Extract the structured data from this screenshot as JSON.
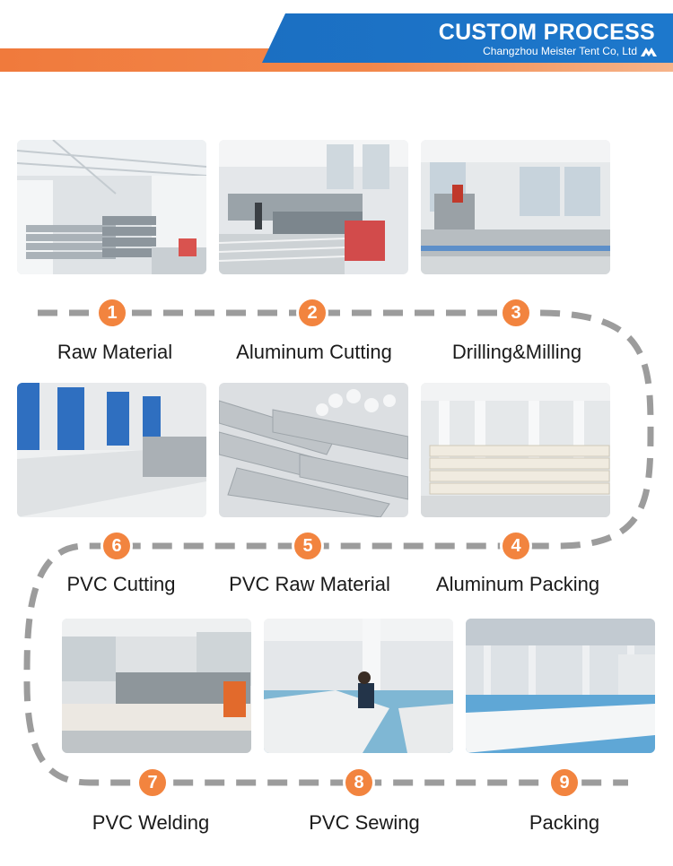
{
  "header": {
    "title": "CUSTOM PROCESS",
    "company": "Changzhou Meister Tent Co, Ltd"
  },
  "colors": {
    "accent_orange": "#f2843f",
    "brand_blue": "#1b6fc2",
    "dash_gray": "#9c9c9c"
  },
  "steps": [
    {
      "number": "1",
      "label": "Raw Material"
    },
    {
      "number": "2",
      "label": "Aluminum Cutting"
    },
    {
      "number": "3",
      "label": "Drilling&Milling"
    },
    {
      "number": "4",
      "label": "Aluminum Packing"
    },
    {
      "number": "5",
      "label": "PVC Raw Material"
    },
    {
      "number": "6",
      "label": "PVC Cutting"
    },
    {
      "number": "7",
      "label": "PVC Welding"
    },
    {
      "number": "8",
      "label": "PVC Sewing"
    },
    {
      "number": "9",
      "label": "Packing"
    }
  ]
}
